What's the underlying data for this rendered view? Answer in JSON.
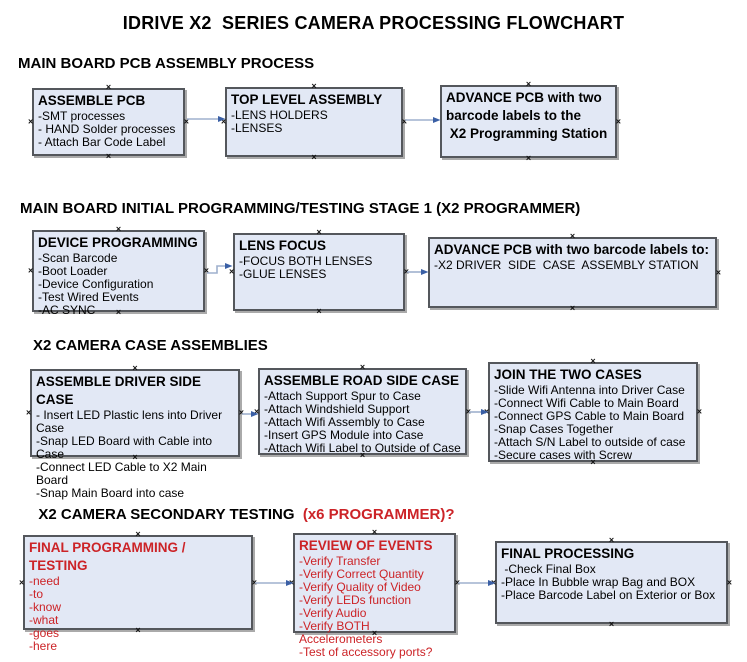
{
  "page_title": "IDRIVE X2  SERIES CAMERA PROCESSING FLOWCHART",
  "colors": {
    "box_fill": "#e2e8f5",
    "box_border": "#54575c",
    "accent_red": "#cc2327",
    "arrow_line": "#9fb0cd",
    "arrow_head": "#3a5fa5"
  },
  "sections": [
    {
      "header": "MAIN BOARD PCB ASSEMBLY PROCESS",
      "boxes": [
        {
          "title": "ASSEMBLE PCB",
          "items": [
            "-SMT processes",
            "- HAND Solder processes",
            "- Attach Bar Code Label"
          ]
        },
        {
          "title": "TOP LEVEL ASSEMBLY",
          "items": [
            "-LENS HOLDERS",
            "-LENSES"
          ]
        },
        {
          "title": "ADVANCE PCB with two\nbarcode labels to the\n X2 Programming Station",
          "items": []
        }
      ]
    },
    {
      "header": "MAIN BOARD INITIAL PROGRAMMING/TESTING STAGE 1 (X2 PROGRAMMER)",
      "boxes": [
        {
          "title": "DEVICE PROGRAMMING",
          "items": [
            "-Scan Barcode",
            "-Boot Loader",
            "-Device Configuration",
            "-Test Wired Events",
            "-AC SYNC"
          ]
        },
        {
          "title": "LENS FOCUS",
          "items": [
            "-FOCUS BOTH LENSES",
            "-GLUE LENSES"
          ]
        },
        {
          "title": "ADVANCE PCB with two barcode labels to:",
          "items": [
            "-X2 DRIVER  SIDE  CASE  ASSEMBLY STATION"
          ]
        }
      ]
    },
    {
      "header": "X2 CAMERA CASE ASSEMBLIES",
      "boxes": [
        {
          "title": "ASSEMBLE DRIVER SIDE CASE",
          "items": [
            "- Insert LED Plastic lens into Driver Case",
            "-Snap LED Board with Cable into Case",
            "-Connect LED Cable to X2 Main Board",
            "-Snap Main Board into case"
          ]
        },
        {
          "title": "ASSEMBLE ROAD SIDE CASE",
          "items": [
            "-Attach Support Spur to Case",
            "-Attach Windshield Support",
            "-Attach Wifi Assembly to Case",
            "-Insert GPS Module into Case",
            "-Attach Wifi Label to Outside of Case"
          ]
        },
        {
          "title": "JOIN THE TWO CASES",
          "items": [
            "-Slide Wifi Antenna into Driver Case",
            "-Connect Wifi Cable to Main Board",
            "-Connect GPS Cable to Main Board",
            "-Snap Cases Together",
            "-Attach S/N Label to outside of case",
            "-Secure cases with Screw"
          ]
        }
      ]
    },
    {
      "header": "X2 CAMERA SECONDARY TESTING ",
      "header_red": " (x6 PROGRAMMER)?",
      "boxes": [
        {
          "title": "FINAL PROGRAMMING / TESTING",
          "items": [
            "-need",
            "-to",
            "-know",
            "-what",
            "-goes",
            "-here"
          ]
        },
        {
          "title": "REVIEW OF EVENTS",
          "items": [
            "-Verify Transfer",
            "-Verify Correct Quantity",
            "-Verify Quality of Video",
            "-Verify LEDs function",
            "-Verify Audio",
            "-Verify BOTH Accelerometers",
            "-Test of accessory ports?"
          ]
        },
        {
          "title": "FINAL PROCESSING",
          "items": [
            " -Check Final Box",
            "-Place In Bubble wrap Bag and BOX",
            "-Place Barcode Label on Exterior or Box"
          ]
        }
      ]
    }
  ]
}
